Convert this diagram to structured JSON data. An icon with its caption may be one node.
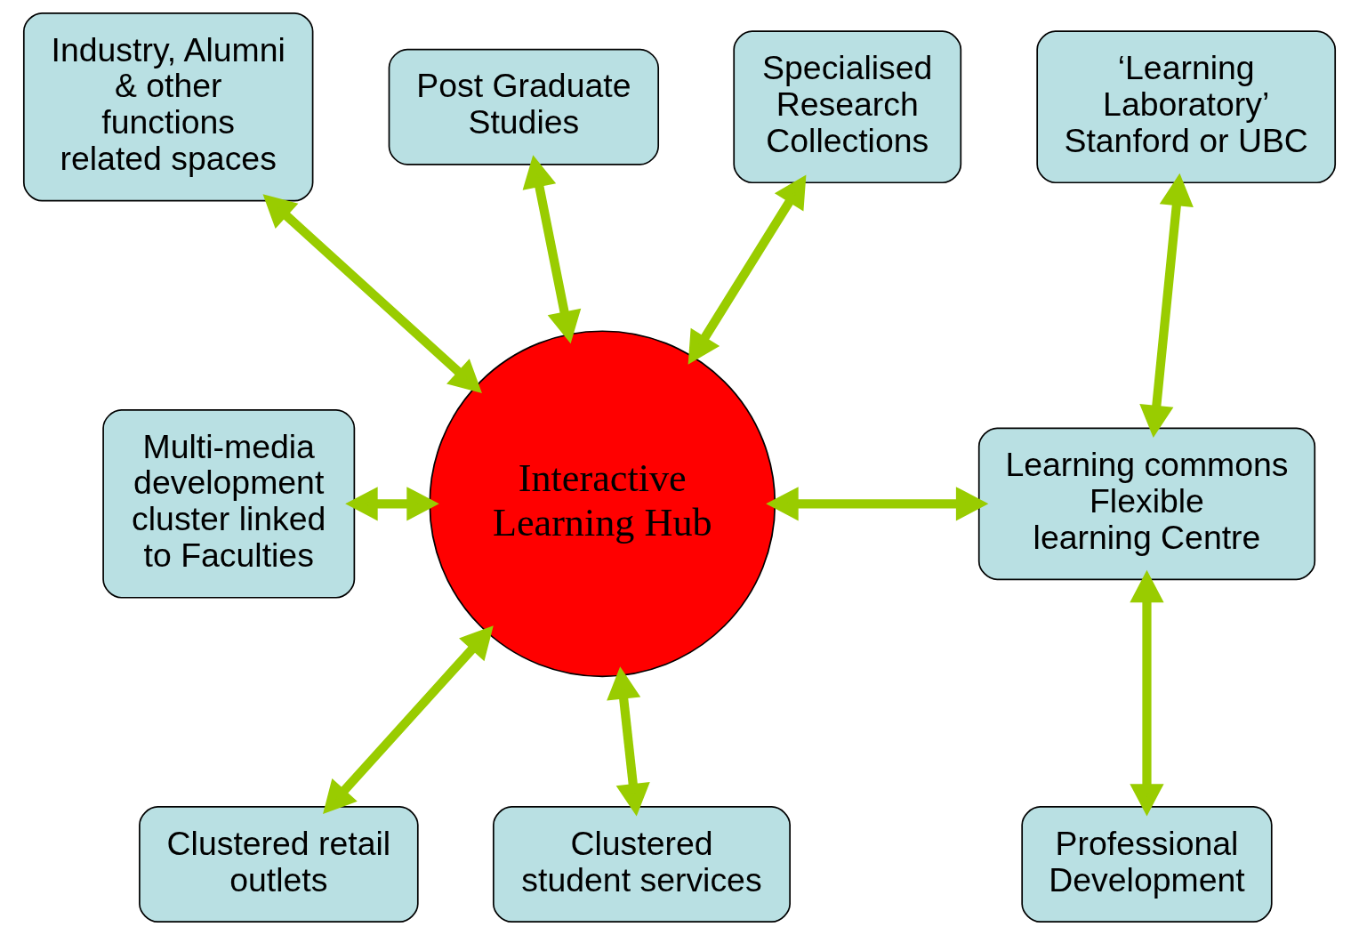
{
  "diagram": {
    "nodes": [
      {
        "text": [
          "Industry, Alumni & other functions related spaces"
        ]
      },
      {
        "text": [
          "Post Graduate Studies"
        ]
      },
      {
        "text": [
          "Specialised Research Collections"
        ]
      },
      {
        "text": [
          "‘Learning Laboratory’ Stanford or UBC"
        ]
      },
      {
        "text": [
          "Multi-media development cluster linked to Faculties"
        ]
      },
      {
        "text": [
          "Interactive Learning Hub"
        ]
      },
      {
        "text": [
          "Learning commons Flexible learning Centre"
        ]
      },
      {
        "text": [
          "Clustered retail outlets"
        ]
      },
      {
        "text": [
          "Clustered student services"
        ]
      },
      {
        "text": [
          "Professional Development"
        ]
      }
    ],
    "edges": [
      {
        "from": 0,
        "to": 5,
        "arrow": "both"
      },
      {
        "from": 1,
        "to": 5,
        "arrow": "both"
      },
      {
        "from": 2,
        "to": 5,
        "arrow": "both"
      },
      {
        "from": 4,
        "to": 5,
        "arrow": "both"
      },
      {
        "from": 5,
        "to": 6,
        "arrow": "both"
      },
      {
        "from": 5,
        "to": 7,
        "arrow": "both"
      },
      {
        "from": 5,
        "to": 8,
        "arrow": "both"
      },
      {
        "from": 3,
        "to": 6,
        "arrow": "both"
      },
      {
        "from": 6,
        "to": 9,
        "arrow": "both"
      }
    ]
  }
}
